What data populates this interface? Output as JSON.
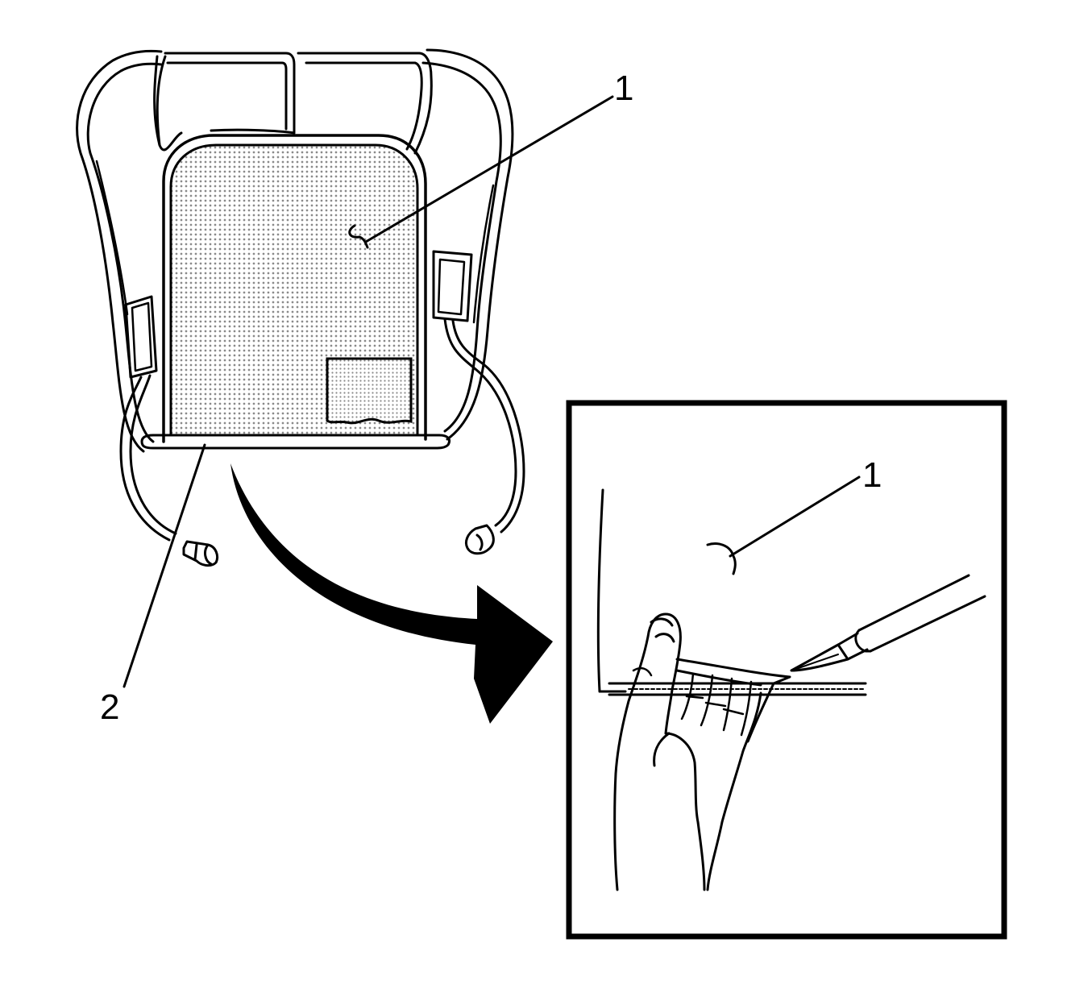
{
  "callouts": {
    "main_pad": "1",
    "seat_bottom_edge": "2",
    "detail_pad": "1"
  },
  "colors": {
    "ink": "#000000",
    "paper": "#ffffff",
    "mesh": "#9a9a9a"
  }
}
